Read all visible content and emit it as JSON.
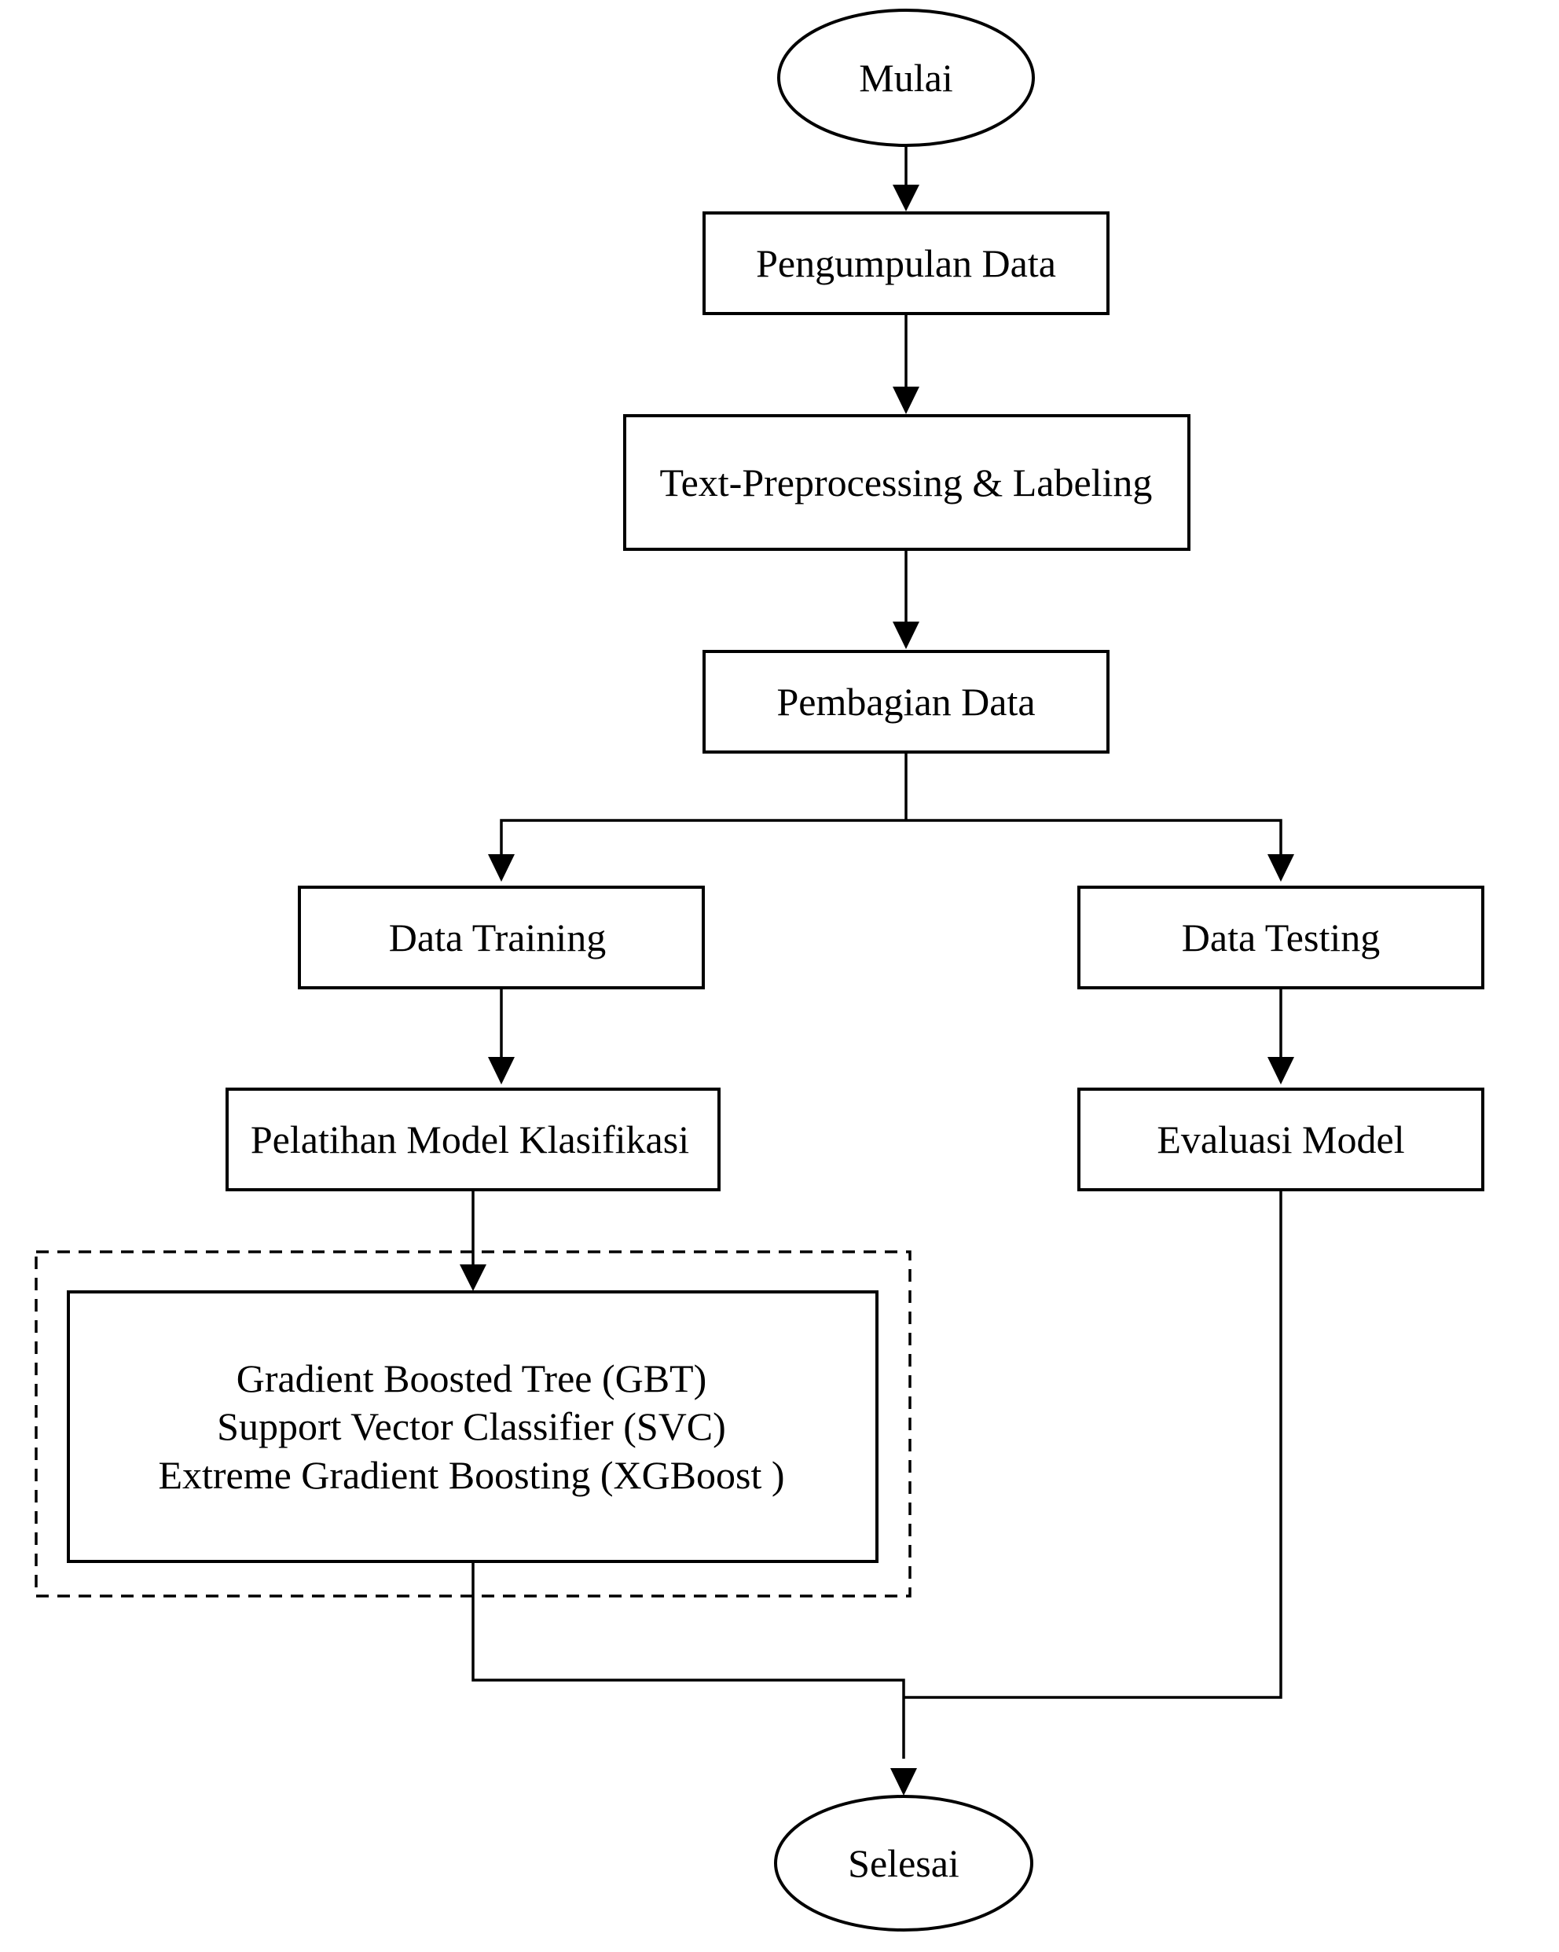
{
  "nodes": {
    "start": "Mulai",
    "collect": "Pengumpulan Data",
    "preprocess": "Text-Preprocessing & Labeling",
    "split": "Pembagian Data",
    "train": "Data Training",
    "test": "Data Testing",
    "fit": "Pelatihan Model Klasifikasi",
    "evaluate": "Evaluasi Model",
    "models": [
      "Gradient Boosted Tree (GBT)",
      "Support Vector Classifier (SVC)",
      "Extreme Gradient Boosting (XGBoost )"
    ],
    "end": "Selesai"
  },
  "colors": {
    "stroke": "#000000",
    "fill": "#ffffff"
  }
}
